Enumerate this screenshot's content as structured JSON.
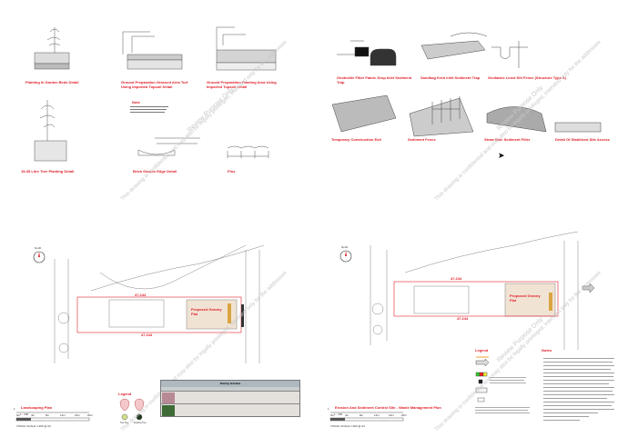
{
  "sheet1": {
    "titles": [
      "Planting In Garden Beds Detail",
      "Ground Preparation Grassed Area Turf Using Imported Topsoil Detail",
      "Ground Preparation Planting Area Using Imported Topsoil Detail",
      "15-35 Litre Tree Planting Detail",
      "Brick Garden Edge Detail",
      "Pins"
    ],
    "note_title": "Note"
  },
  "sheet2": {
    "titles": [
      "Geotextile Filter Fabric Drop Inlet Sediment Trap",
      "Sandbag Kerb Inlet Sediment Trap",
      "Geofabric Lined Silt Fence (Structure Type A)",
      "Temporary Construction Exit",
      "Sediment Fence",
      "Straw Bale Sediment Filter",
      "Detail Of Stabilised Site Access"
    ]
  },
  "sheet3": {
    "north": "North",
    "dimension": "47.244",
    "building": "Proposed Granny Flat",
    "plan_title": "Landscaping Plan",
    "plan_number": "1",
    "scale": "1 : 200",
    "scale_ticks": [
      "0m",
      "4m",
      "8m",
      "12m",
      "16m",
      "20m"
    ],
    "visual_scale": "VISUAL SCALE 1:200 @ A3",
    "legend_title": "Legend",
    "legend_items": [
      "Tea Tree",
      "Existing Tree"
    ],
    "schedule_title": "Planting Schedule"
  },
  "sheet4": {
    "north": "North",
    "dimension": "47.244",
    "building": "Proposed Granny Flat",
    "plan_title": "Erosion And Sediment Control Site - Waste Management Plan",
    "plan_number": "1",
    "scale": "1 : 200",
    "scale_ticks": [
      "0m",
      "4m",
      "8m",
      "12m",
      "16m",
      "20m"
    ],
    "visual_scale": "VISUAL SCALE 1:200 @ A3",
    "legend_title": "Legend",
    "notes_title": "Notes"
  },
  "watermark": {
    "line1": "This drawing is confidential and may also be legally privileged, intended only for the addressee",
    "line2": "Review Purpose Only"
  },
  "colors": {
    "accent": "#e0202a",
    "line": "#555555"
  }
}
